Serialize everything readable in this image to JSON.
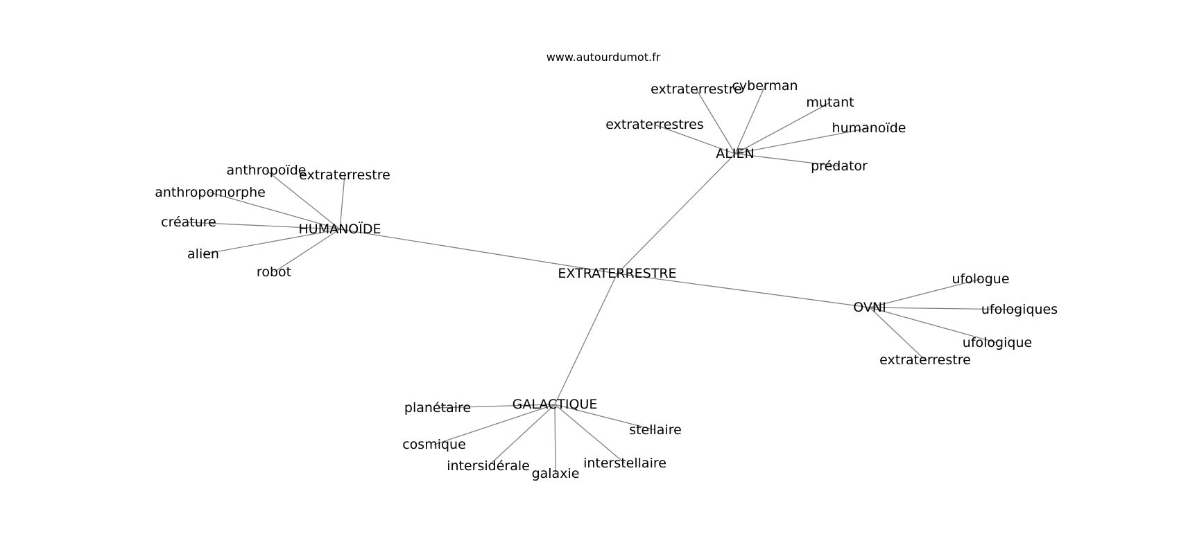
{
  "source": "www.autourdumot.fr",
  "graph": {
    "root": "EXTRATERRESTRE",
    "groups": [
      {
        "hub": "ALIEN",
        "words": [
          "extraterrestres",
          "extraterrestre",
          "cyberman",
          "mutant",
          "humanoïde",
          "prédator"
        ]
      },
      {
        "hub": "HUMANOÏDE",
        "words": [
          "anthropoïde",
          "extraterrestre",
          "anthropomorphe",
          "créature",
          "alien",
          "robot"
        ]
      },
      {
        "hub": "OVNI",
        "words": [
          "ufologue",
          "ufologiques",
          "ufologique",
          "extraterrestre"
        ]
      },
      {
        "hub": "GALACTIQUE",
        "words": [
          "planétaire",
          "cosmique",
          "intersidérale",
          "galaxie",
          "interstellaire",
          "stellaire"
        ]
      }
    ]
  }
}
